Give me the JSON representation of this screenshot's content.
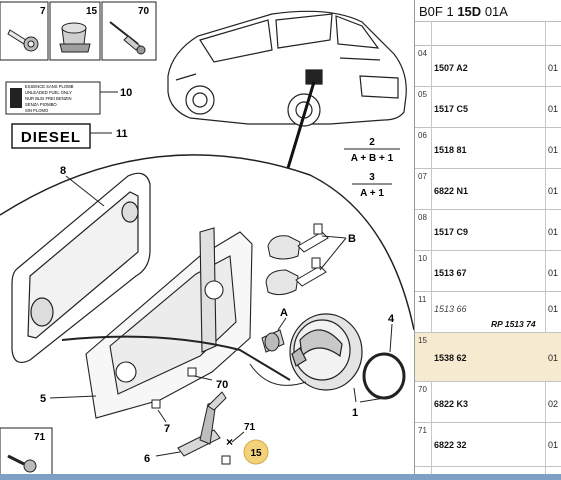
{
  "panel": {
    "header_code": [
      "B0F",
      "1",
      "15D",
      "01A"
    ],
    "rows": [
      {
        "pos": "04",
        "ref": "1507 A2",
        "qty": "01",
        "selected": false
      },
      {
        "pos": "05",
        "ref": "1517 C5",
        "qty": "01",
        "selected": false
      },
      {
        "pos": "06",
        "ref": "1518 81",
        "qty": "01",
        "selected": false
      },
      {
        "pos": "07",
        "ref": "6822 N1",
        "qty": "01",
        "selected": false
      },
      {
        "pos": "08",
        "ref": "1517 C9",
        "qty": "01",
        "selected": false
      },
      {
        "pos": "10",
        "ref": "1513 67",
        "qty": "01",
        "selected": false
      },
      {
        "pos": "11",
        "ref": "1513 66",
        "qty": "01",
        "replacement": "RP 1513 74",
        "selected": false
      },
      {
        "pos": "15",
        "ref": "1538 62",
        "qty": "01",
        "selected": true
      },
      {
        "pos": "70",
        "ref": "6822 K3",
        "qty": "02",
        "selected": false
      },
      {
        "pos": "71",
        "ref": "6822 32",
        "qty": "01",
        "selected": false
      }
    ]
  },
  "diagram": {
    "thumb_labels": [
      "7",
      "15",
      "70"
    ],
    "label_text_lines": [
      "ESSENCE SANS PLOMB",
      "UNLEADED FUEL ONLY",
      "NUR BLEI FREI BENZIN",
      "SENZA PIOMBO",
      "SIN PLOMO"
    ],
    "diesel_text": "DIESEL",
    "callouts": {
      "c10": "10",
      "c11": "11",
      "c8": "8",
      "c5": "5",
      "c6": "6",
      "c7": "7",
      "c70": "70",
      "c71": "71",
      "c15": "15",
      "cA": "A",
      "cB": "B",
      "c4": "4",
      "c1": "1",
      "c71b": "71"
    },
    "formula_1": {
      "n": "2",
      "expr": "A + B + 1"
    },
    "formula_2": {
      "n": "3",
      "expr": "A + 1"
    }
  }
}
